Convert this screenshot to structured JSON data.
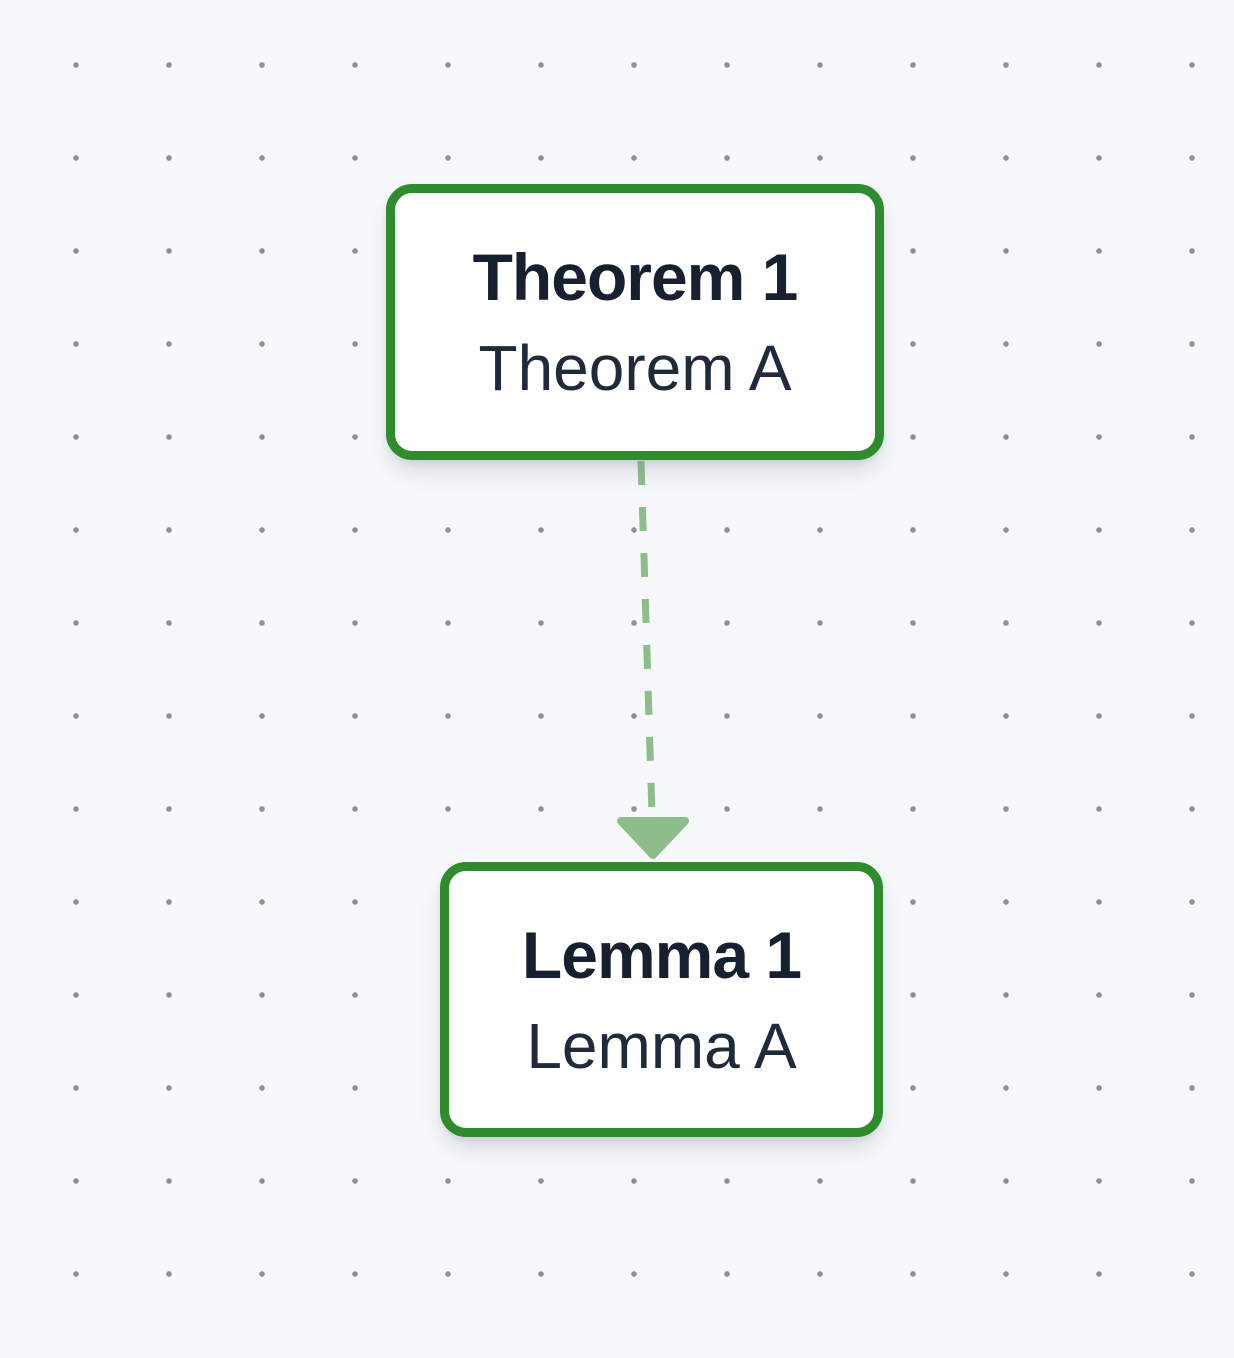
{
  "canvas": {
    "background_color": "#f7f8fa",
    "dot_grid_color": "#8b919c"
  },
  "nodes": [
    {
      "title": "Theorem 1",
      "subtitle": "Theorem A",
      "border_color": "#2e8b2e",
      "title_color": "#17202e",
      "subtitle_color": "#1f2a3a"
    },
    {
      "title": "Lemma 1",
      "subtitle": "Lemma A",
      "border_color": "#2e8b2e",
      "title_color": "#17202e",
      "subtitle_color": "#1f2a3a"
    }
  ],
  "edges": [
    {
      "from": "Theorem 1",
      "to": "Lemma 1",
      "style": "dashed",
      "arrowhead": "down",
      "color": "#8cbd8a"
    }
  ]
}
